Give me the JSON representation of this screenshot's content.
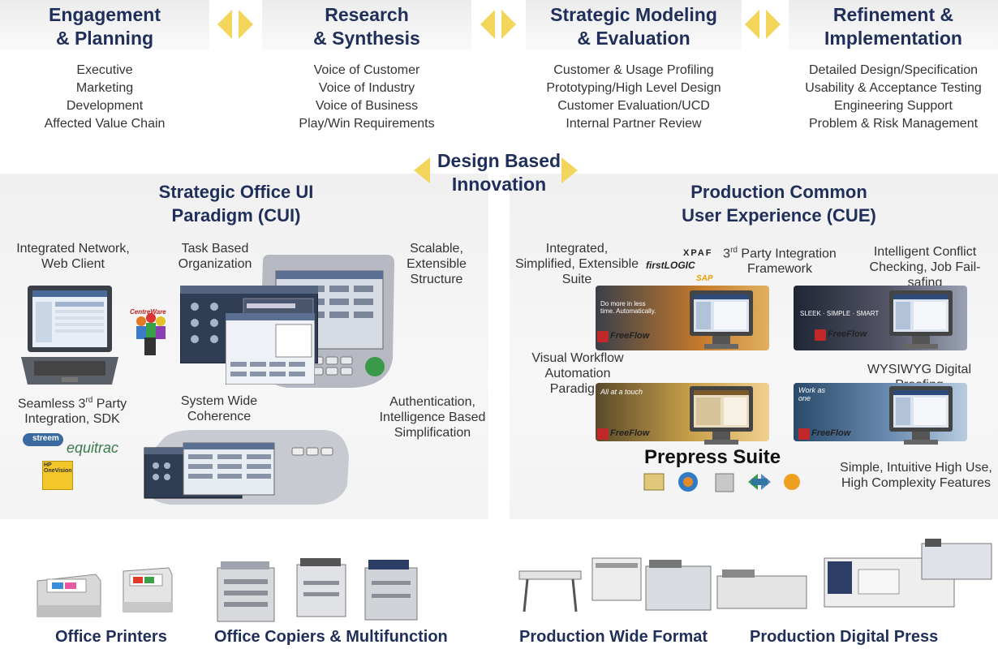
{
  "phases": [
    {
      "title_line1": "Engagement",
      "title_line2": "& Planning",
      "items": [
        "Executive",
        "Marketing",
        "Development",
        "Affected Value Chain"
      ]
    },
    {
      "title_line1": "Research",
      "title_line2": "& Synthesis",
      "items": [
        "Voice of Customer",
        "Voice of Industry",
        "Voice of Business",
        "Play/Win Requirements"
      ]
    },
    {
      "title_line1": "Strategic Modeling",
      "title_line2": "& Evaluation",
      "items": [
        "Customer & Usage Profiling",
        "Prototyping/High Level Design",
        "Customer Evaluation/UCD",
        "Internal Partner Review"
      ]
    },
    {
      "title_line1": "Refinement &",
      "title_line2": "Implementation",
      "items": [
        "Detailed Design/Specification",
        "Usability & Acceptance Testing",
        "Engineering Support",
        "Problem & Risk Management"
      ]
    }
  ],
  "center": {
    "line1": "Design Based",
    "line2": "Innovation"
  },
  "left_panel": {
    "title_line1": "Strategic Office UI",
    "title_line2": "Paradigm (CUI)",
    "labels": {
      "network_l1": "Integrated Network,",
      "network_l2": "Web Client",
      "task_l1": "Task Based",
      "task_l2": "Organization",
      "scalable_l1": "Scalable,",
      "scalable_l2": "Extensible",
      "scalable_l3": "Structure",
      "seamless_pre": "Seamless 3",
      "seamless_sup": "rd",
      "seamless_post": " Party",
      "seamless_l2": "Integration, SDK",
      "system_l1": "System Wide",
      "system_l2": "Coherence",
      "auth_l1": "Authentication,",
      "auth_l2": "Intelligence Based",
      "auth_l3": "Simplification"
    },
    "logos": {
      "streem": "streem",
      "equitrac": "equitrac",
      "centreware": "CentreWare",
      "hp": "HP OneVision"
    }
  },
  "right_panel": {
    "title_line1": "Production Common",
    "title_line2": "User Experience (CUE)",
    "labels": {
      "integrated_l1": "Integrated,",
      "integrated_l2": "Simplified, Extensible",
      "integrated_l3": "Suite",
      "party_pre": "3",
      "party_sup": "rd",
      "party_post": " Party Integration",
      "party_l2": "Framework",
      "conflict_l1": "Intelligent Conflict",
      "conflict_l2": "Checking, Job Fail-safing",
      "visual_l1": "Visual Workflow",
      "visual_l2": "Automation Paradigm",
      "wysiwyg": "WYSIWYG Digital Proofing",
      "simple_l1": "Simple, Intuitive High Use,",
      "simple_l2": "High Complexity Features"
    },
    "logos": {
      "xpaf": "XPAF",
      "firstlogic": "firstLOGIC",
      "sap": "SAP",
      "freeflow": "FreeFlow"
    },
    "screens": {
      "s1": "Do more in less time. Automatically.",
      "s2": "SLEEK · SIMPLE · SMART",
      "s3": "All at a touch",
      "s4": "Work as one"
    },
    "prepress": "Prepress Suite"
  },
  "footer": [
    "Office Printers",
    "Office Copiers & Multifunction",
    "Production Wide Format",
    "Production Digital Press"
  ],
  "colors": {
    "title": "#1f2f5a",
    "arrow": "#f2d55a",
    "panel": "#f1f1f1"
  }
}
